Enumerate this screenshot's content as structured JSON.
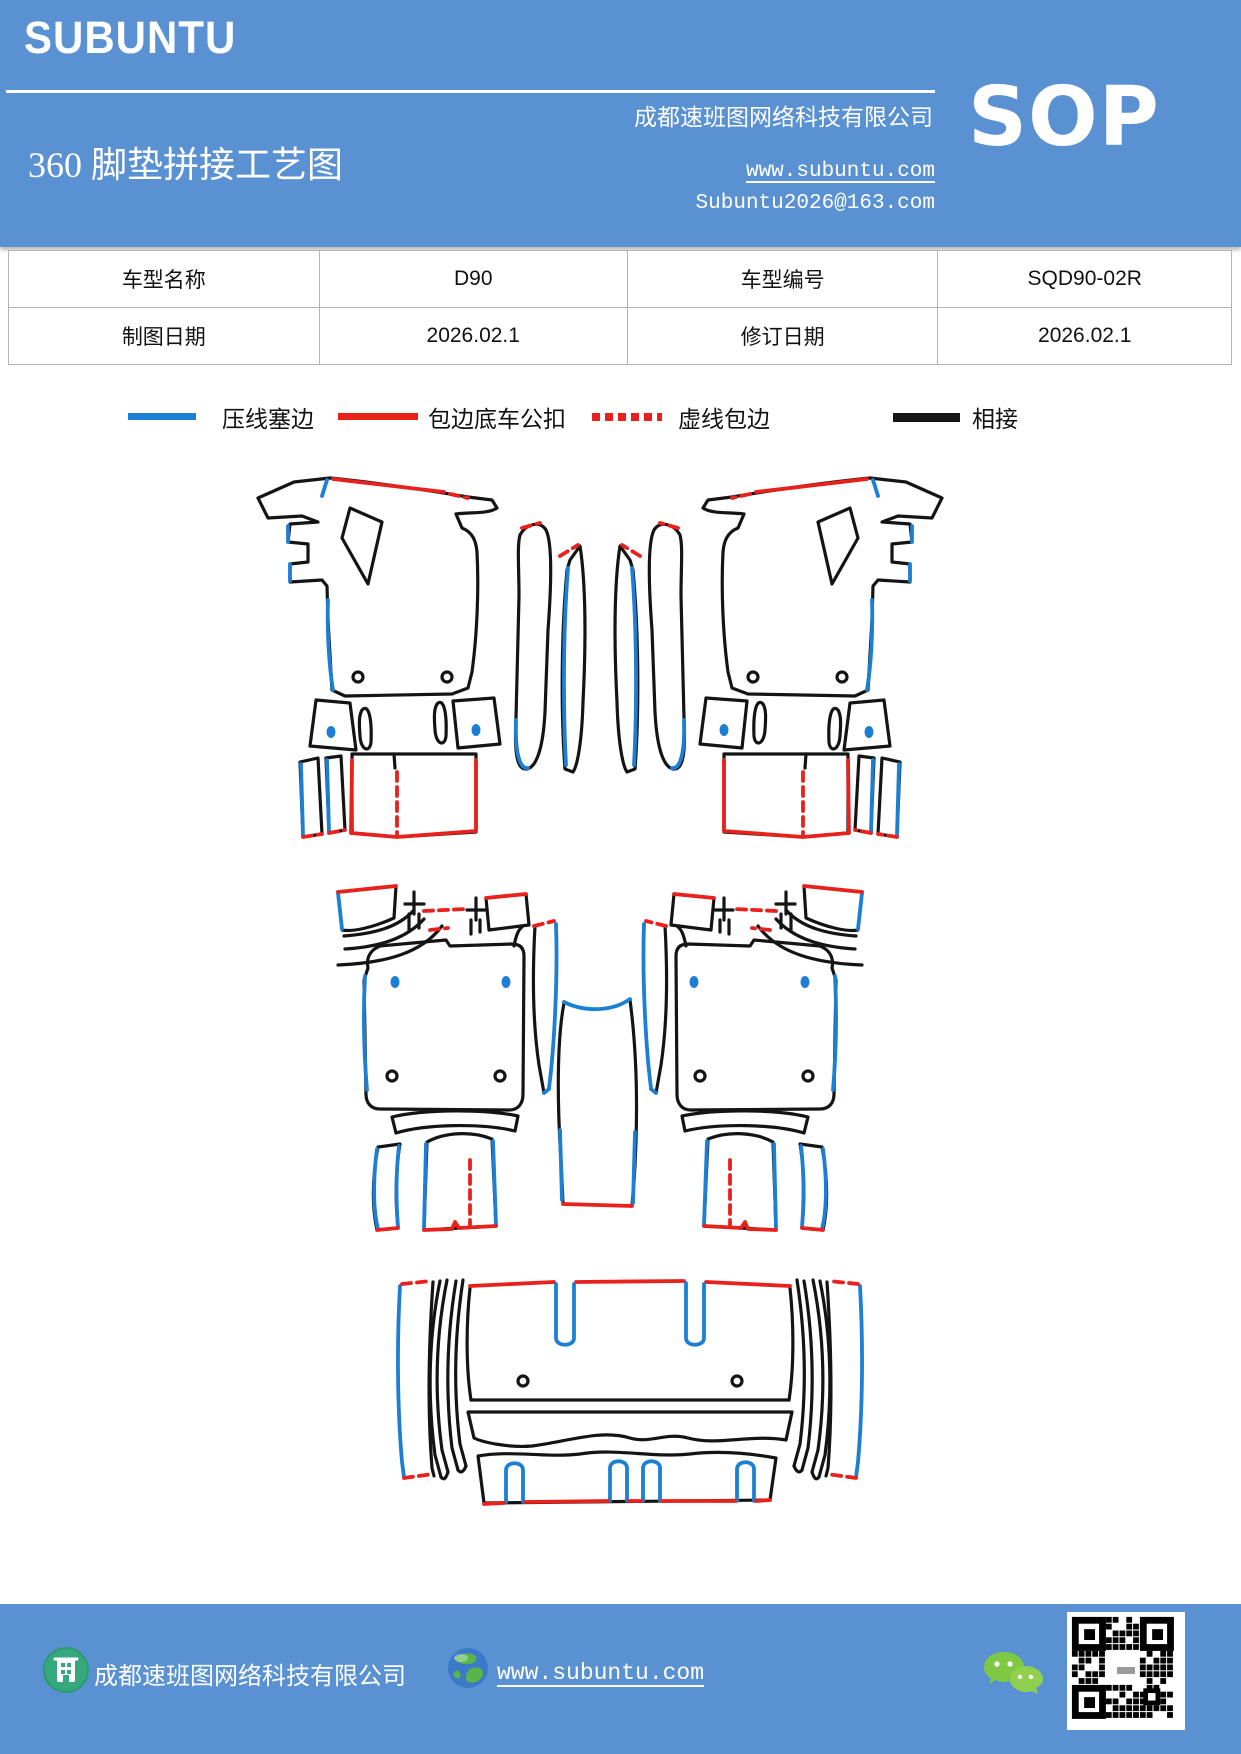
{
  "header": {
    "brand": "SUBUNTU",
    "title": "360 脚垫拼接工艺图",
    "company": "成都速班图网络科技有限公司",
    "website": "www.subuntu.com",
    "email": "Subuntu2026@163.com",
    "doc_type": "SOP"
  },
  "info_table": {
    "rows": [
      [
        "车型名称",
        "D90",
        "车型编号",
        "SQD90-02R"
      ],
      [
        "制图日期",
        "2026.02.1",
        "修订日期",
        "2026.02.1"
      ]
    ]
  },
  "legend": {
    "items": [
      {
        "label": "压线塞边",
        "style": "solid",
        "color": "#1b7fd6"
      },
      {
        "label": "包边底车公扣",
        "style": "solid",
        "color": "#e8211c"
      },
      {
        "label": "虚线包边",
        "style": "dashed",
        "color": "#e8211c"
      },
      {
        "label": "相接",
        "style": "solid",
        "color": "#141414"
      }
    ]
  },
  "footer": {
    "company": "成都速班图网络科技有限公司",
    "website": "www.subuntu.com"
  },
  "colors": {
    "header_blue": "#5a91d2",
    "line_blue": "#1b7fd6",
    "line_red": "#e8211c",
    "line_black": "#141414",
    "wechat_green": "#7fc843",
    "org_icon_green": "#35a97d"
  }
}
